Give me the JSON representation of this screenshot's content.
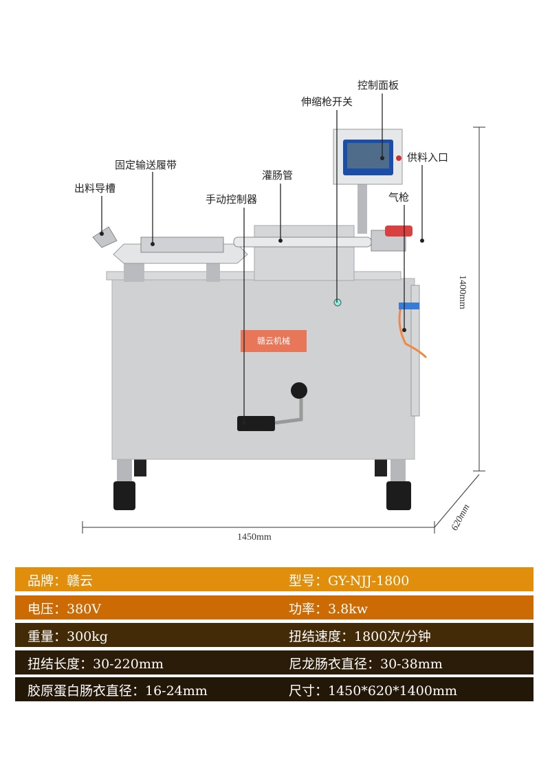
{
  "callouts": {
    "control_panel": "控制面板",
    "telescopic_gun_switch": "伸缩枪开关",
    "fixed_conveyor_belt": "固定输送履带",
    "filling_tube": "灌肠管",
    "feed_inlet": "供料入口",
    "discharge_chute": "出料导槽",
    "manual_controller": "手动控制器",
    "air_gun": "气枪"
  },
  "dimensions": {
    "height": "1400mm",
    "width": "1450mm",
    "depth": "620mm"
  },
  "brand_plate": "赣云机械",
  "specs": [
    {
      "left": "品牌：赣云",
      "right": "型号：GY-NJJ-1800",
      "color": "#e08e0b"
    },
    {
      "left": "电压：380V",
      "right": "功率：3.8kw",
      "color": "#cc6a04"
    },
    {
      "left": "重量：300kg",
      "right": "扭结速度：1800次/分钟",
      "color": "#432b08"
    },
    {
      "left": "扭结长度：30-220mm",
      "right": "尼龙肠衣直径：30-38mm",
      "color": "#2a1c08"
    },
    {
      "left": "胶原蛋白肠衣直径：16-24mm",
      "right": "尺寸：1450*620*1400mm",
      "color": "#231708"
    }
  ]
}
